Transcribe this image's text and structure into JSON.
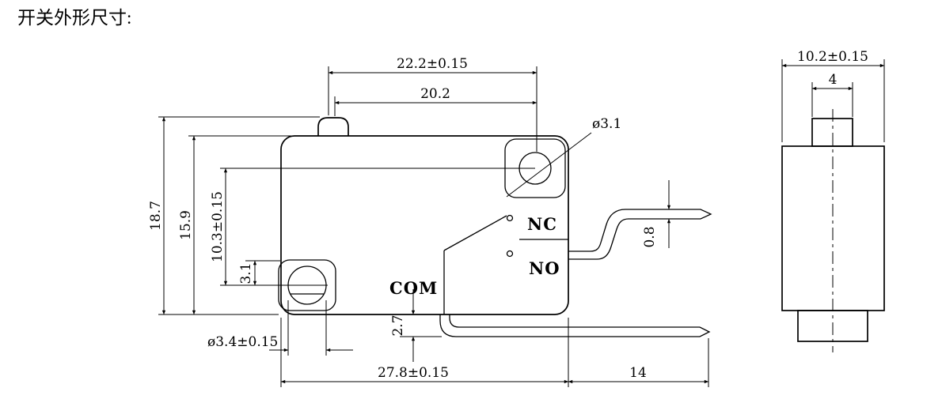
{
  "title": "开关外形尺寸:",
  "front_view": {
    "labels": {
      "nc": "NC",
      "no": "NO",
      "com": "COM"
    },
    "dimensions": {
      "top_width": "22.2±0.15",
      "plunger_span": "20.2",
      "hole_top_diameter": "ø3.1",
      "total_height": "18.7",
      "body_height": "15.9",
      "hole_spacing": "10.3±0.15",
      "hole_offset": "3.1",
      "terminal_thickness": "0.8",
      "hole_bottom_diameter": "ø3.4±0.15",
      "com_terminal_offset": "2.7",
      "body_width": "27.8±0.15",
      "terminal_length": "14"
    }
  },
  "side_view": {
    "dimensions": {
      "body_depth": "10.2±0.15",
      "plunger_width": "4"
    }
  }
}
